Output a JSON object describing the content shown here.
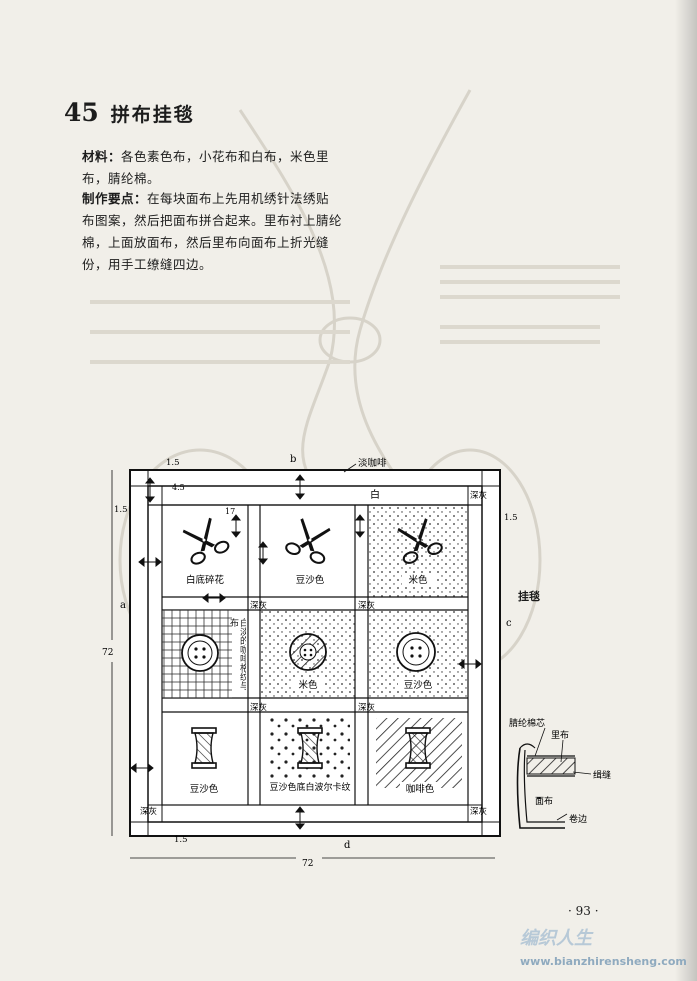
{
  "article": {
    "number": "45",
    "title": "拼布挂毯",
    "materials_label": "材料：",
    "materials_text": "各色素色布，小花布和白布，米色里布，腈纶棉。",
    "method_label": "制作要点：",
    "method_text": "在每块面布上先用机绣针法绣贴布图案，然后把面布拼合起来。里布衬上腈纶棉，上面放面布，然后里布向面布上折光缝份，用手工缭缝四边。"
  },
  "diagram": {
    "border_top_label": "淡咖啡",
    "inner_strip_label": "白",
    "dim_1_5": "1.5",
    "dim_4_5": "4.5",
    "dim_17": "17",
    "dim_72_side": "72",
    "dim_72_bottom": "72",
    "marker_a": "a",
    "marker_b": "b",
    "marker_c": "c",
    "marker_d": "d",
    "corner_label": "深灰",
    "sashing_label": "深灰",
    "hanger_label": "挂毯",
    "cells": [
      {
        "label": "白底碎花",
        "motif": "scissors-icon"
      },
      {
        "label": "豆沙色",
        "motif": "scissors-icon"
      },
      {
        "label": "米色",
        "motif": "scissors-icon"
      },
      {
        "label": "白淡的咖啡格纹与布",
        "motif": "button-icon"
      },
      {
        "label": "米色",
        "motif": "button-icon"
      },
      {
        "label": "豆沙色",
        "motif": "button-icon"
      },
      {
        "label": "豆沙色",
        "motif": "spool-icon"
      },
      {
        "label": "豆沙色底白波尔卡纹",
        "motif": "spool-icon"
      },
      {
        "label": "咖啡色",
        "motif": "spool-icon"
      }
    ]
  },
  "section": {
    "label_batting": "腈纶棉芯",
    "label_lining": "里布",
    "label_stitch": "缉缝",
    "label_face": "面布",
    "label_hem": "卷边"
  },
  "page_number": "· 93 ·",
  "watermark": {
    "text": "编织人生",
    "url": "www.bianzhirensheng.com"
  }
}
